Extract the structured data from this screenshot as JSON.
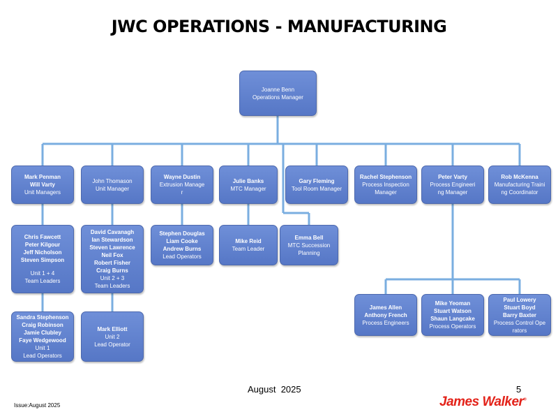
{
  "title": "JWC OPERATIONS - MANUFACTURING",
  "colors": {
    "box": "#5b7ccb",
    "connector": "#7aaee0",
    "logo": "#e32219"
  },
  "nodes": {
    "ops": {
      "names": "Joanne Benn",
      "role": "Operations Manager"
    },
    "unit_managers": {
      "names": "Mark Penman\nWill Varty",
      "role": "Unit Managers"
    },
    "unit_manager": {
      "names": "John Thomason",
      "role": "Unit Manager"
    },
    "extrusion": {
      "names": "Wayne Dustin",
      "role": "Extrusion Manage\nr"
    },
    "mtc": {
      "names": "Julie Banks",
      "role": "MTC Manager"
    },
    "tool_room": {
      "names": "Gary Fleming",
      "role": "Tool Room Manager"
    },
    "process_insp": {
      "names": "Rachel Stephenson",
      "role": "Process Inspection\nManager"
    },
    "process_eng_mgr": {
      "names": "Peter Varty",
      "role": "Process Engineeri\nng Manager"
    },
    "training": {
      "names": "Rob McKenna",
      "role": "Manufacturing Traini\nng Coordinator"
    },
    "team_leaders_14": {
      "names": "Chris Fawcett\nPeter Kilgour\nJeff Nicholson\nSteven Simpson",
      "role": "Unit 1 + 4\nTeam Leaders"
    },
    "team_leaders_23": {
      "names": "David Cavanagh\nIan Stewardson\nSteven Lawrence\nNeil Fox\nRobert Fisher\nCraig Burns",
      "role": "Unit 2 + 3\nTeam Leaders"
    },
    "extrusion_ops": {
      "names": "Stephen Douglas\nLiam Cooke\nAndrew Burns",
      "role": "Lead Operators"
    },
    "mtc_tl": {
      "names": "Mike Reid",
      "role": "Team Leader"
    },
    "mtc_succ": {
      "names": "Emma Bell",
      "role": "MTC Succession\nPlanning"
    },
    "lead_ops_1": {
      "names": "Sandra Stephenson\nCraig Robinson\nJamie Clubley\nFaye Wedgewood",
      "role": "Unit 1\nLead Operators"
    },
    "lead_op_2": {
      "names": "Mark Elliott",
      "role": "Unit 2\nLead Operator"
    },
    "process_engineers": {
      "names": "James Allen\nAnthony French",
      "role": "Process Engineers"
    },
    "process_ops": {
      "names": "Mike Yeoman\nStuart Watson\nShaun Langcake",
      "role": "Process Operators"
    },
    "process_control": {
      "names": "Paul Lowery\nStuart Boyd\nBarry Baxter",
      "role": "Process Control Ope\nrators"
    }
  },
  "footer": {
    "date": "August  2025",
    "page": "5",
    "issue": "Issue:August 2025"
  },
  "logo": {
    "text": "James Walker",
    "mark": "®"
  }
}
